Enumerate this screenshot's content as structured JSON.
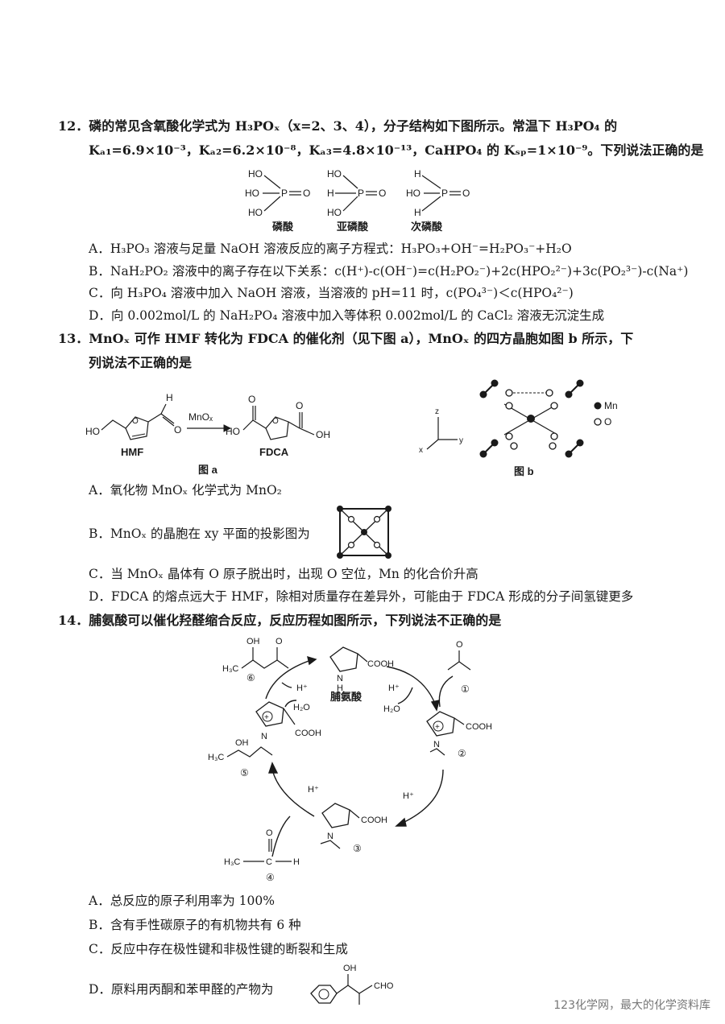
{
  "q12": {
    "line1": "12．磷的常见含氧酸化学式为 H₃POₓ（x=2、3、4），分子结构如下图所示。常温下 H₃PO₄ 的",
    "line2": "Kₐ₁=6.9×10⁻³，Kₐ₂=6.2×10⁻⁸，Kₐ₃=4.8×10⁻¹³，CaHPO₄ 的 Kₛₚ=1×10⁻⁹。下列说法正确的是",
    "struct_labels": [
      "磷酸",
      "亚磷酸",
      "次磷酸"
    ],
    "optA": "A．H₃PO₃ 溶液与足量 NaOH 溶液反应的离子方程式：H₃PO₃+OH⁻=H₂PO₃⁻+H₂O",
    "optB": "B．NaH₂PO₂ 溶液中的离子存在以下关系：c(H⁺)-c(OH⁻)=c(H₂PO₂⁻)+2c(HPO₂²⁻)+3c(PO₂³⁻)-c(Na⁺)",
    "optC": "C．向 H₃PO₄ 溶液中加入 NaOH 溶液，当溶液的 pH=11 时，c(PO₄³⁻)＜c(HPO₄²⁻)",
    "optD": "D．向 0.002mol/L 的 NaH₂PO₄ 溶液中加入等体积 0.002mol/L 的 CaCl₂ 溶液无沉淀生成"
  },
  "q13": {
    "line1": "13．MnOₓ 可作 HMF 转化为 FDCA 的催化剂（见下图 a），MnOₓ 的四方晶胞如图 b 所示，下",
    "line2": "列说法不正确的是",
    "fig_a_caption": "图 a",
    "fig_b_caption": "图 b",
    "hmf": "HMF",
    "fdca": "FDCA",
    "catalyst": "MnOₓ",
    "legend_mn": "Mn",
    "legend_o": "O",
    "optA": "A．氧化物 MnOₓ 化学式为 MnO₂",
    "optB": "B．MnOₓ 的晶胞在 xy 平面的投影图为",
    "optC": "C．当 MnOₓ 晶体有 O 原子脱出时，出现 O 空位，Mn 的化合价升高",
    "optD": "D．FDCA 的熔点远大于 HMF，除相对质量存在差异外，可能由于 FDCA 形成的分子间氢键更多"
  },
  "q14": {
    "line1": "14．脯氨酸可以催化羟醛缩合反应，反应历程如图所示，下列说法不正确的是",
    "proline": "脯氨酸",
    "steps": [
      "①",
      "②",
      "③",
      "④",
      "⑤",
      "⑥"
    ],
    "optA": "A．总反应的原子利用率为 100%",
    "optB": "B．含有手性碳原子的有机物共有 6 种",
    "optC": "C．反应中存在极性键和非极性键的断裂和生成",
    "optD": "D．原料用丙酮和苯甲醛的产物为"
  },
  "watermark": "123化学网，最大的化学资料库"
}
